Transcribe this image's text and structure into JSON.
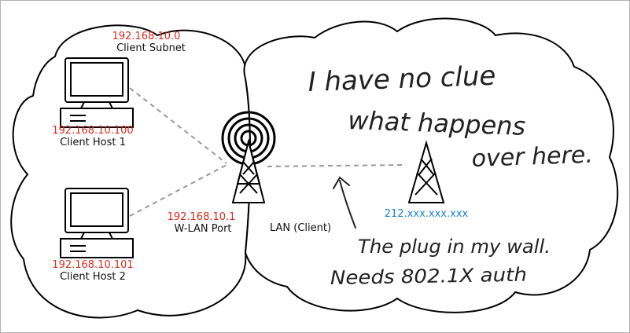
{
  "colors": {
    "ip": "#dd2b1e",
    "wan_ip": "#1e82c8",
    "ink": "#111111",
    "link": "#999999",
    "frame": "#b4b4b4"
  },
  "subnet": {
    "ip": "192.168.10.0",
    "label": "Client Subnet"
  },
  "host1": {
    "ip": "192.168.10.100",
    "label": "Client Host 1"
  },
  "host2": {
    "ip": "192.168.10.101",
    "label": "Client Host 2"
  },
  "router": {
    "ip": "192.168.10.1",
    "label": "W-LAN Port"
  },
  "lan": {
    "label": "LAN (Client)"
  },
  "wall_plug": {
    "ip": "212.xxx.xxx.xxx"
  },
  "notes": {
    "cloud": [
      "I have no clue",
      "what happens",
      "over here."
    ],
    "plug": [
      "The plug in my wall.",
      "Needs 802.1X auth"
    ]
  },
  "icons": [
    "computer-icon",
    "wifi-antenna-icon",
    "tower-icon",
    "arrow-icon"
  ]
}
